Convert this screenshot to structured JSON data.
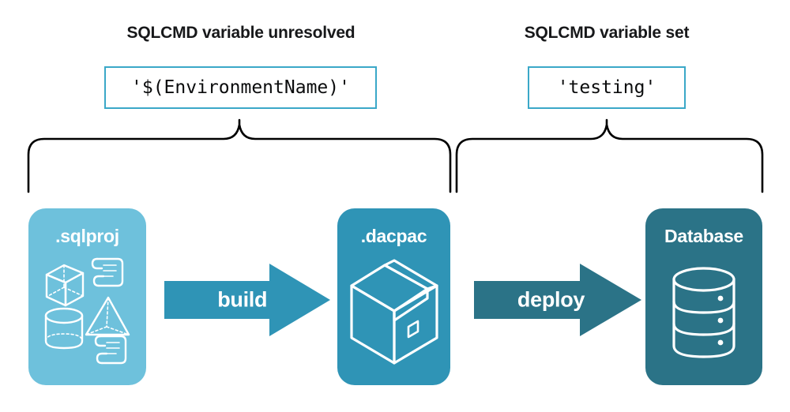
{
  "sections": {
    "left": {
      "title": "SQLCMD variable unresolved",
      "code_value": "'$(EnvironmentName)'"
    },
    "right": {
      "title": "SQLCMD variable set",
      "code_value": "'testing'"
    }
  },
  "pipeline": {
    "stages": [
      {
        "name": "sqlproj",
        "label": ".sqlproj",
        "color": "#6EC1DC",
        "icons": [
          "cube-icon",
          "scroll-icon",
          "pyramid-icon",
          "cylinder-icon",
          "scroll-icon"
        ]
      },
      {
        "name": "dacpac",
        "label": ".dacpac",
        "color": "#2F94B6",
        "icons": [
          "package-box-icon"
        ]
      },
      {
        "name": "database",
        "label": "Database",
        "color": "#2B7387",
        "icons": [
          "database-cylinder-icon"
        ]
      }
    ],
    "arrows": [
      {
        "name": "build",
        "label": "build",
        "color": "#2F94B6"
      },
      {
        "name": "deploy",
        "label": "deploy",
        "color": "#2B7387"
      }
    ]
  },
  "colors": {
    "light_blue": "#6EC1DC",
    "mid_teal": "#2F94B6",
    "dark_teal": "#2B7387",
    "border_blue": "#3BA8C8",
    "text_dark": "#17181A",
    "brace_line": "#000000",
    "background": "#FFFFFF"
  }
}
